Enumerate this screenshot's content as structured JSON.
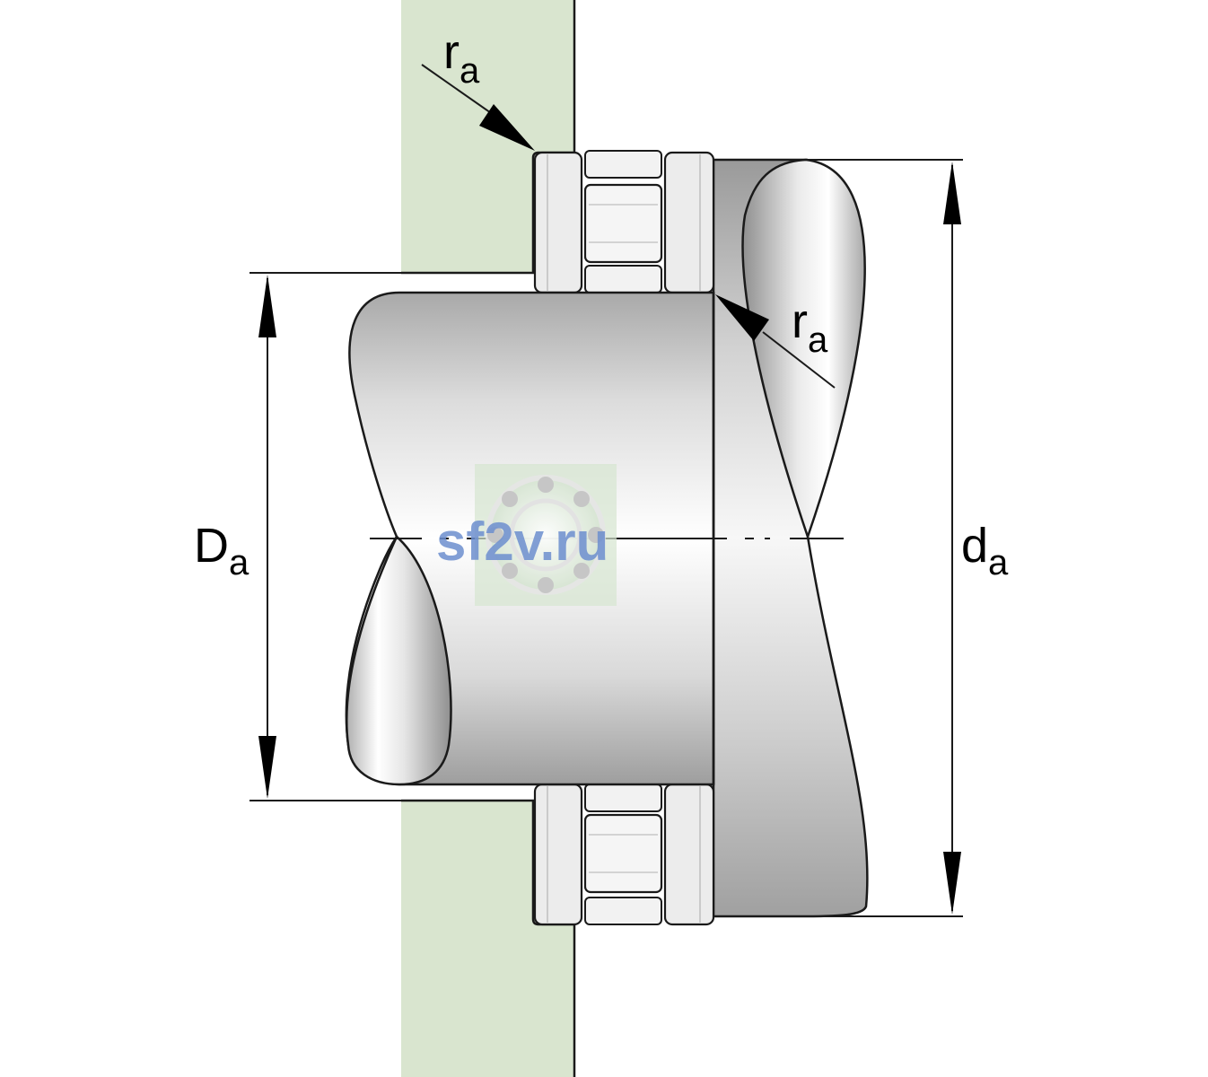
{
  "labels": {
    "ra_top": {
      "main": "r",
      "sub": "a"
    },
    "ra_right": {
      "main": "r",
      "sub": "a"
    },
    "Da": {
      "main": "D",
      "sub": "a"
    },
    "da": {
      "main": "d",
      "sub": "a"
    }
  },
  "watermark": {
    "text": "sf2v.ru"
  },
  "colors": {
    "housing": "#d9e5cf",
    "line": "#1a1a1a",
    "watermark": "#6d8fcf"
  }
}
